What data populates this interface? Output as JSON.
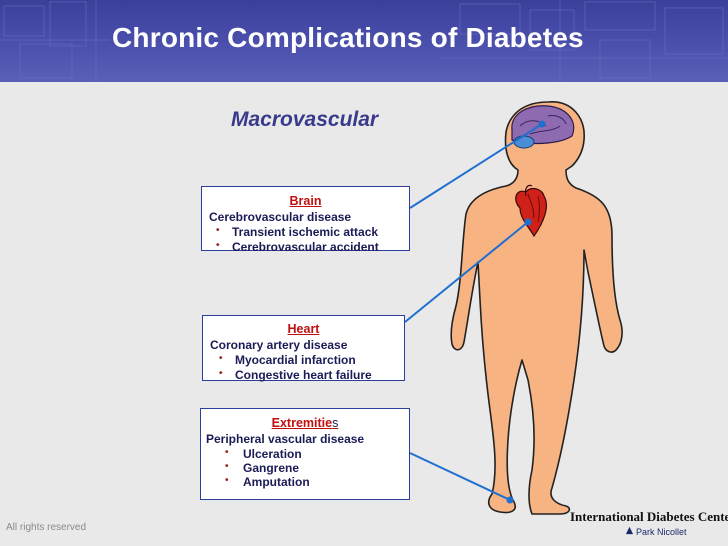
{
  "slide": {
    "title": "Chronic Complications of Diabetes",
    "subtitle": "Macrovascular",
    "footer": "All rights reserved"
  },
  "boxes": {
    "brain": {
      "heading": "Brain",
      "disease": "Cerebrovascular disease",
      "items": [
        "Transient ischemic attack",
        "Cerebrovascular accident"
      ]
    },
    "heart": {
      "heading": "Heart",
      "disease": "Coronary artery disease",
      "items": [
        "Myocardial infarction",
        "Congestive heart failure"
      ]
    },
    "extremities": {
      "heading": "Extremitie",
      "heading_suffix": "s",
      "disease": "Peripheral vascular disease",
      "items": [
        "Ulceration",
        "Gangrene",
        "Amputation"
      ]
    }
  },
  "logo": {
    "name": "International Diabetes Center",
    "affiliate": "Park Nicollet"
  },
  "colors": {
    "header_blue": "#4549a6",
    "box_border": "#2d3f9c",
    "heading_red": "#c01010",
    "body_skin": "#f7b482",
    "brain_purple": "#8e6bb0",
    "heart_red": "#d0201a",
    "connector_blue": "#1f6fd0"
  },
  "icons": {
    "bullet": "bullet-icon",
    "figure": "human-body-figure",
    "brain": "brain-icon",
    "heart": "heart-icon"
  }
}
